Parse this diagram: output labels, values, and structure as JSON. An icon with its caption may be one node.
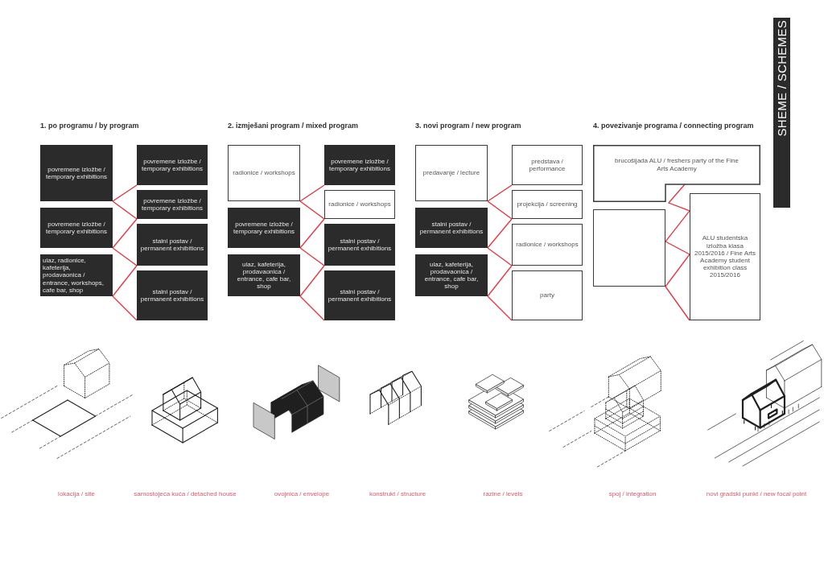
{
  "diagram": {
    "title": "SHEME / SCHEMES",
    "nodes": [
      {
        "text": [
          "povremene izložbe / temporary exhibitions"
        ]
      },
      {
        "text": [
          "povremene izložbe / temporary exhibitions"
        ]
      },
      {
        "text": [
          "ulaz, radionice, kafeterija, prodavaonica / entrance, workshops, cafe bar, shop"
        ]
      },
      {
        "text": [
          "povremene izložbe / temporary exhibitions"
        ]
      },
      {
        "text": [
          "povremene izložbe / temporary exhibitions"
        ]
      },
      {
        "text": [
          "stalni postav / permanent exhibitions"
        ]
      },
      {
        "text": [
          "stalni postav / permanent exhibitions"
        ]
      },
      {
        "text": [
          "radionice / workshops"
        ]
      },
      {
        "text": [
          "povremene izložbe / temporary exhibitions"
        ]
      },
      {
        "text": [
          "ulaz, kafeterija, prodavaonica / entrance, cafe bar, shop"
        ]
      },
      {
        "text": [
          "povremene izložbe / temporary exhibitions"
        ]
      },
      {
        "text": [
          "radionice / workshops"
        ]
      },
      {
        "text": [
          "stalni postav / permanent exhibitions"
        ]
      },
      {
        "text": [
          "stalni postav / permanent exhibitions"
        ]
      },
      {
        "text": [
          "predavanje / lecture"
        ]
      },
      {
        "text": [
          "stalni postav / permanent exhibitions"
        ]
      },
      {
        "text": [
          "ulaz, kafeterija, prodavaonica / entrance, cafe bar, shop"
        ]
      },
      {
        "text": [
          "predstava / performance"
        ]
      },
      {
        "text": [
          "projekcija / screening"
        ]
      },
      {
        "text": [
          "radionice / workshops"
        ]
      },
      {
        "text": [
          "party"
        ]
      },
      {
        "text": [
          "brucošijada ALU / freshers party of the Fine Arts Academy"
        ]
      },
      {
        "text": [],
        "shape": "box"
      },
      {
        "text": [
          "ALU studentska izložba klasa 2015/2016 / Fine Arts Academy student exhibition class 2015/2016"
        ]
      }
    ],
    "edges": [
      {
        "from": 3,
        "to": 0,
        "arrow": "none"
      },
      {
        "from": 0,
        "to": 4,
        "arrow": "none"
      },
      {
        "from": 4,
        "to": 1,
        "arrow": "none"
      },
      {
        "from": 1,
        "to": 5,
        "arrow": "none"
      },
      {
        "from": 5,
        "to": 2,
        "arrow": "none"
      },
      {
        "from": 2,
        "to": 6,
        "arrow": "none"
      },
      {
        "from": 10,
        "to": 7,
        "arrow": "none"
      },
      {
        "from": 7,
        "to": 11,
        "arrow": "none"
      },
      {
        "from": 11,
        "to": 8,
        "arrow": "none"
      },
      {
        "from": 8,
        "to": 12,
        "arrow": "none"
      },
      {
        "from": 12,
        "to": 9,
        "arrow": "none"
      },
      {
        "from": 9,
        "to": 13,
        "arrow": "none"
      },
      {
        "from": 17,
        "to": 14,
        "arrow": "none"
      },
      {
        "from": 14,
        "to": 18,
        "arrow": "none"
      },
      {
        "from": 18,
        "to": 15,
        "arrow": "none"
      },
      {
        "from": 15,
        "to": 19,
        "arrow": "none"
      },
      {
        "from": 19,
        "to": 16,
        "arrow": "none"
      },
      {
        "from": 16,
        "to": 20,
        "arrow": "none"
      },
      {
        "from": 21,
        "to": 23,
        "arrow": "none"
      },
      {
        "from": 23,
        "to": 22,
        "arrow": "none"
      },
      {
        "from": 22,
        "to": 23,
        "arrow": "none"
      },
      {
        "from": 23,
        "to": 22,
        "arrow": "none"
      },
      {
        "from": 22,
        "to": 23,
        "arrow": "none"
      }
    ],
    "labels": [
      "1. po programu / by program",
      "2. izmješani program / mixed program",
      "3. novi program / new program",
      "4. povezivanje programa / connecting program",
      "lokacija / site",
      "samostojeća kuća / detached house",
      "ovojnica / envelope",
      "konstrukt / structure",
      "razine / levels",
      "spoj / integration",
      "novi gradski punkt / new focal point"
    ]
  }
}
